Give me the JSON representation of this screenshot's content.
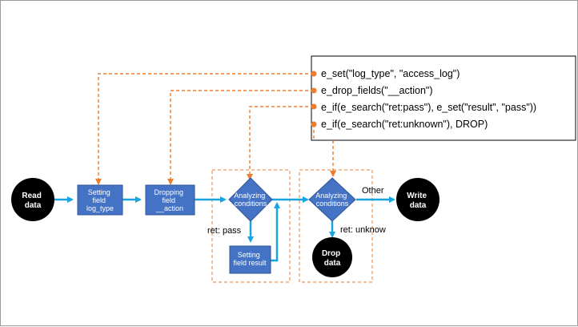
{
  "colors": {
    "flow": "#18a4e0",
    "box_fill": "#4472c4",
    "box_stroke": "#2f5597",
    "dashed": "#ed7d31",
    "terminal": "#000000"
  },
  "nodes": {
    "read_data": [
      "Read",
      "data"
    ],
    "setting_log_type": [
      "Setting",
      "field",
      "log_type"
    ],
    "dropping_action": [
      "Dropping",
      "field",
      "__action"
    ],
    "analyzing_1": [
      "Analyzing",
      "conditions"
    ],
    "setting_result": [
      "Setting",
      "field result"
    ],
    "analyzing_2": [
      "Analyzing",
      "conditions"
    ],
    "write_data": [
      "Write",
      "data"
    ],
    "drop_data": [
      "Drop",
      "data"
    ]
  },
  "edge_labels": {
    "ret_pass": "ret: pass",
    "other": "Other",
    "ret_unknow": "ret: unknow"
  },
  "code_lines": [
    "e_set(\"log_type\", \"access_log\")",
    "e_drop_fields(\"__action\")",
    "e_if(e_search(\"ret:pass\"), e_set(\"result\", \"pass\"))",
    "e_if(e_search(\"ret:unknown\"), DROP)"
  ]
}
